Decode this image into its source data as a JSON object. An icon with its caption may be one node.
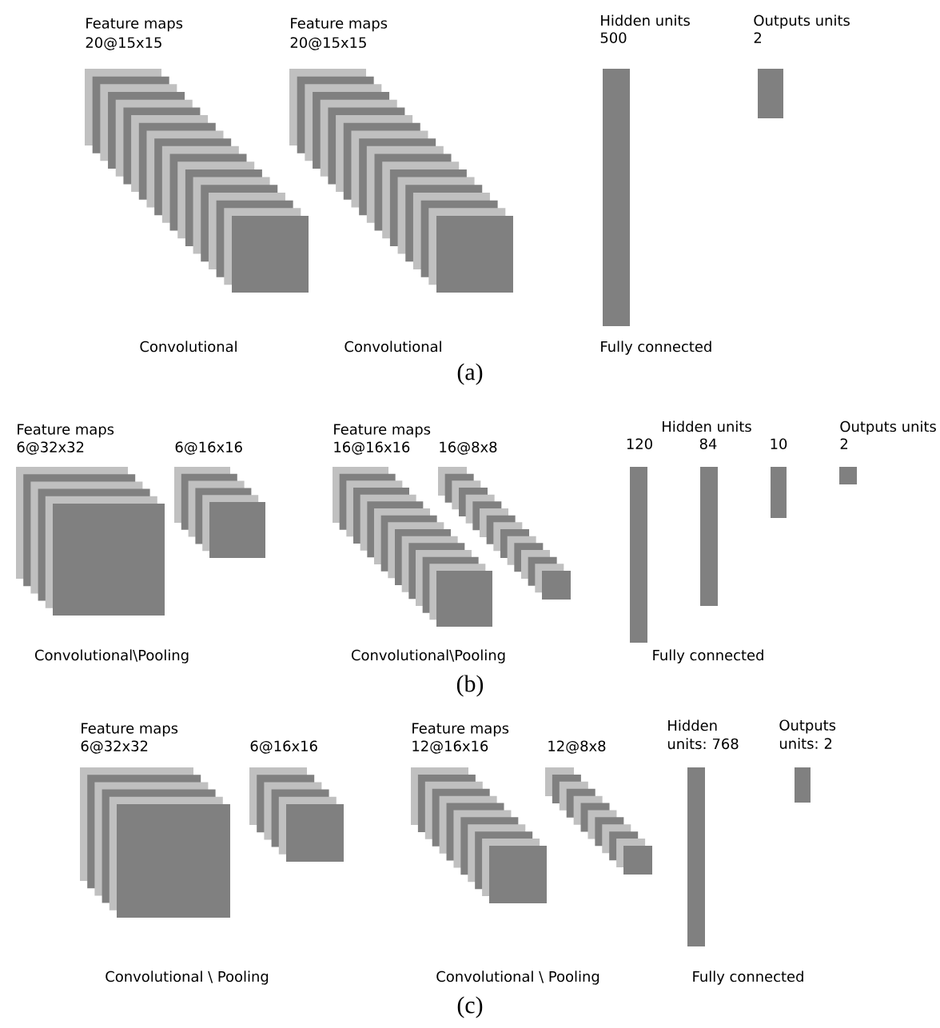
{
  "diagram": {
    "labels": [
      "Feature maps",
      "20@15x15",
      "Feature maps",
      "20@15x15",
      "Hidden units",
      "500",
      "Outputs units",
      "2",
      "Convolutional",
      "Convolutional",
      "Fully connected",
      "(a)",
      "Feature maps",
      "6@32x32",
      "6@16x16",
      "Feature maps",
      "16@16x16",
      "16@8x8",
      "Hidden units",
      "120",
      "84",
      "10",
      "Outputs units",
      "2",
      "Convolutional\\Pooling",
      "Convolutional\\Pooling",
      "Fully connected",
      "(b)",
      "Feature maps",
      "6@32x32",
      "6@16x16",
      "Feature maps",
      "12@16x16",
      "12@8x8",
      "Hidden units: 768",
      "Outputs units: 2",
      "Convolutional \\ Pooling",
      "Convolutional \\ Pooling",
      "Fully connected",
      "(c)"
    ]
  }
}
